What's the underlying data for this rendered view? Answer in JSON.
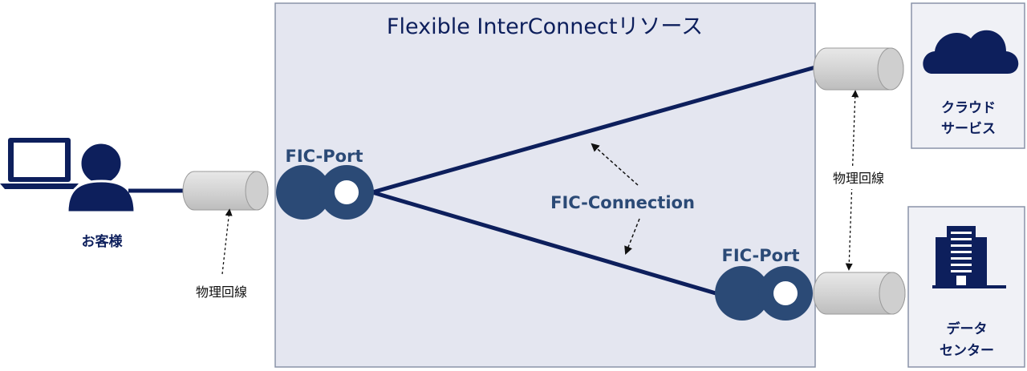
{
  "title": "Flexible InterConnectリソース",
  "customer": {
    "label": "お客様"
  },
  "physical_line_left": "物理回線",
  "physical_line_right": "物理回線",
  "fic_port_left": "FIC-Port",
  "fic_port_right": "FIC-Port",
  "fic_connection": "FIC-Connection",
  "cloud": {
    "line1": "クラウド",
    "line2": "サービス"
  },
  "datacenter": {
    "line1": "データ",
    "line2": "センター"
  },
  "colors": {
    "navy": "#0d1f5c",
    "port_blue": "#2b4a76",
    "resource_bg": "#e4e6f0",
    "resource_border": "#8a93a8",
    "pipe_light": "#d8d8d8",
    "pipe_dark": "#b5b5b5",
    "box_bg": "#f0f1f6"
  }
}
